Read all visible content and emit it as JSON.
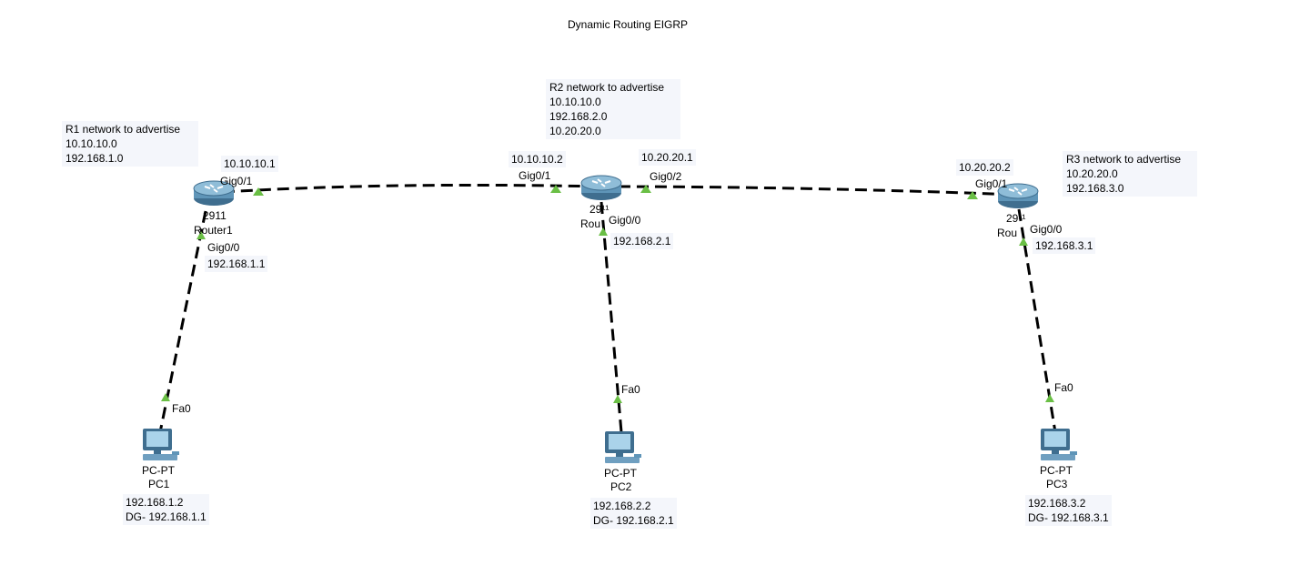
{
  "title": "Dynamic Routing EIGRP",
  "notes": {
    "r1": {
      "heading": "R1 network to advertise",
      "lines": [
        "10.10.10.0",
        "192.168.1.0"
      ]
    },
    "r2": {
      "heading": "R2 network to advertise",
      "lines": [
        "10.10.10.0",
        "192.168.2.0",
        "10.20.20.0"
      ]
    },
    "r3": {
      "heading": "R3 network to advertise",
      "lines": [
        "10.20.20.0",
        "192.168.3.0"
      ]
    }
  },
  "routers": {
    "r1": {
      "model": "2911",
      "name": "Router1"
    },
    "r2": {
      "model": "29¹¹",
      "name": "Rou"
    },
    "r3": {
      "model": "29¹¹",
      "name": "Rou"
    }
  },
  "pcs": {
    "pc1": {
      "type": "PC-PT",
      "name": "PC1",
      "ip": "192.168.1.2",
      "dg": "DG- 192.168.1.1"
    },
    "pc2": {
      "type": "PC-PT",
      "name": "PC2",
      "ip": "192.168.2.2",
      "dg": "DG- 192.168.2.1"
    },
    "pc3": {
      "type": "PC-PT",
      "name": "PC3",
      "ip": "192.168.3.2",
      "dg": "DG- 192.168.3.1"
    }
  },
  "interfaces": {
    "r1_g01_ip": "10.10.10.1",
    "r1_g01": "Gig0/1",
    "r1_g00": "Gig0/0",
    "r1_g00_ip": "192.168.1.1",
    "r2_g01_ip": "10.10.10.2",
    "r2_g01": "Gig0/1",
    "r2_g02_ip": "10.20.20.1",
    "r2_g02": "Gig0/2",
    "r2_g00": "Gig0/0",
    "r2_g00_ip": "192.168.2.1",
    "r3_g01_ip": "10.20.20.2",
    "r3_g01": "Gig0/1",
    "r3_g00": "Gig0/0",
    "r3_g00_ip": "192.168.3.1",
    "pc1_fa0": "Fa0",
    "pc2_fa0": "Fa0",
    "pc3_fa0": "Fa0"
  },
  "colors": {
    "link": "#000000",
    "port_up": "#6abf45",
    "router_body": "#5f95b8",
    "note_bg": "#f4f6fb"
  },
  "icons": {
    "router": "router-icon",
    "pc": "pc-icon"
  }
}
